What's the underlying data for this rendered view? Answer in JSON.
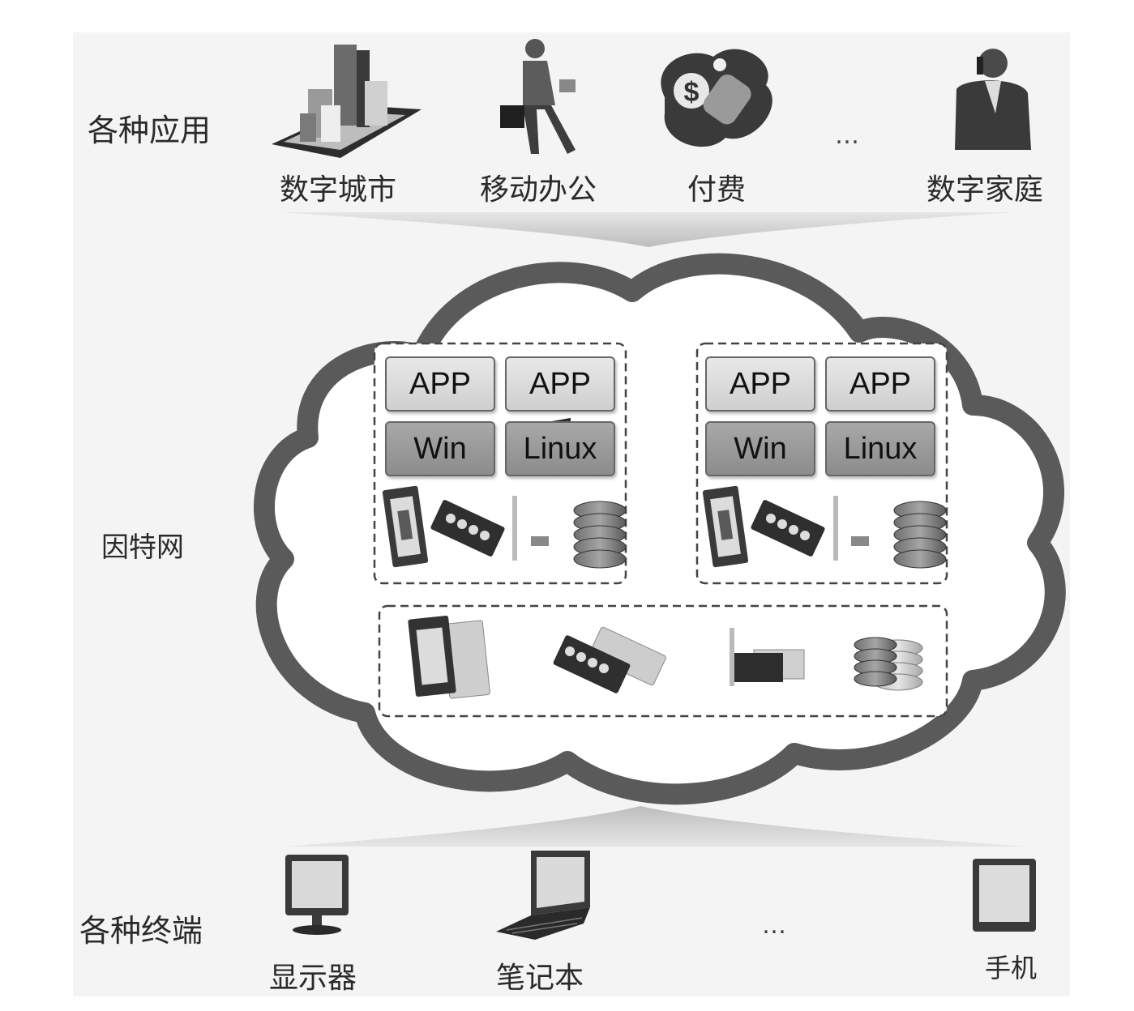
{
  "applications": {
    "row_label": "各种应用",
    "items": [
      {
        "label": "数字城市",
        "icon": "city-buildings-icon"
      },
      {
        "label": "移动办公",
        "icon": "walking-businessman-icon"
      },
      {
        "label": "付费",
        "icon": "payment-card-icon"
      },
      {
        "label": "数字家庭",
        "icon": "person-on-phone-icon"
      }
    ],
    "ellipsis": "…"
  },
  "network": {
    "row_label": "因特网",
    "vm_groups": [
      {
        "apps": [
          "APP",
          "APP"
        ],
        "os": [
          "Win",
          "Linux"
        ],
        "hardware": [
          "cpu-chip-icon",
          "memory-module-icon",
          "network-card-icon",
          "disk-stack-icon"
        ]
      },
      {
        "apps": [
          "APP",
          "APP"
        ],
        "os": [
          "Win",
          "Linux"
        ],
        "hardware": [
          "cpu-chip-icon",
          "memory-module-icon",
          "network-card-icon",
          "disk-stack-icon"
        ]
      }
    ],
    "shared_pool": [
      "cpu-chip-pair-icon",
      "memory-module-pair-icon",
      "network-card-pair-icon",
      "disk-stack-pair-icon"
    ]
  },
  "terminals": {
    "row_label": "各种终端",
    "items": [
      {
        "label": "显示器",
        "icon": "monitor-icon"
      },
      {
        "label": "笔记本",
        "icon": "laptop-icon"
      },
      {
        "label": "手机",
        "icon": "phone-icon"
      }
    ],
    "ellipsis": "…"
  },
  "colors": {
    "cloud_fill": "#ffffff",
    "cloud_outline": "#555555",
    "app_tile": "#d8d8d8",
    "os_tile": "#999999",
    "funnel": "#cfcfcf"
  }
}
